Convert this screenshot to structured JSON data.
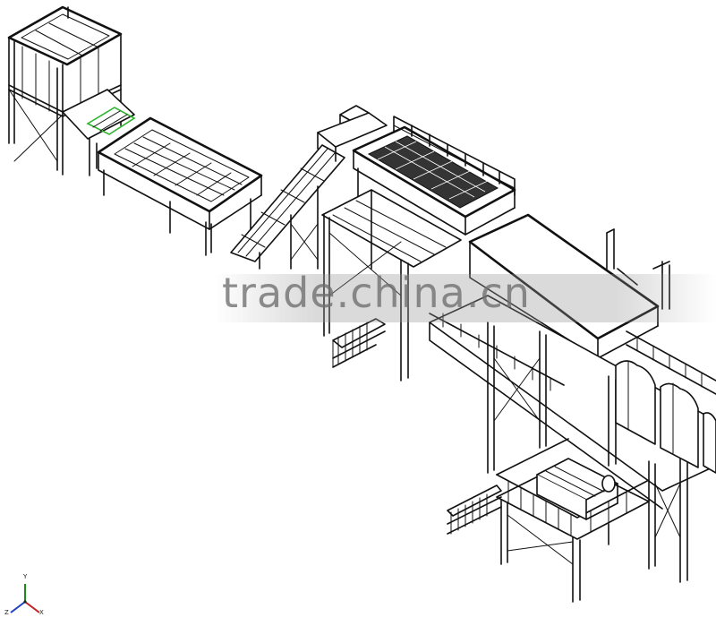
{
  "watermark": {
    "text": "trade.china.cn"
  },
  "axis_triad": {
    "labels": [
      "Y",
      "Z",
      "X"
    ],
    "colors": {
      "y": "#1a8a1a",
      "z": "#2040c0",
      "x": "#c02020"
    }
  },
  "line_color": "#111111",
  "highlight_color": "#2db52d"
}
